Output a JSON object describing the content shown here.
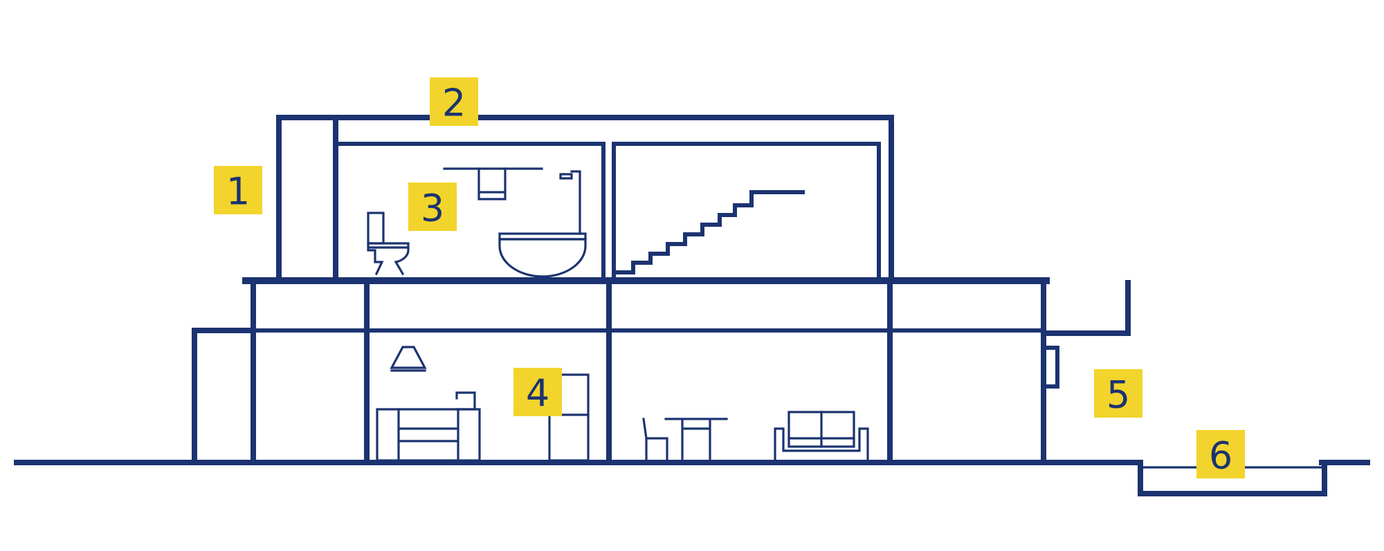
{
  "colors": {
    "line": "#1b3370",
    "badge": "#f2d42c",
    "background": "#ffffff"
  },
  "markers": [
    {
      "id": "1",
      "label": "1"
    },
    {
      "id": "2",
      "label": "2"
    },
    {
      "id": "3",
      "label": "3"
    },
    {
      "id": "4",
      "label": "4"
    },
    {
      "id": "5",
      "label": "5"
    },
    {
      "id": "6",
      "label": "6"
    }
  ],
  "icons": [
    "toilet-icon",
    "sink-icon",
    "bathtub-icon",
    "staircase-icon",
    "lamp-icon",
    "cabinet-icon",
    "wardrobe-icon",
    "chair-icon",
    "table-icon",
    "sofa-icon",
    "window-icon",
    "pool-icon"
  ]
}
